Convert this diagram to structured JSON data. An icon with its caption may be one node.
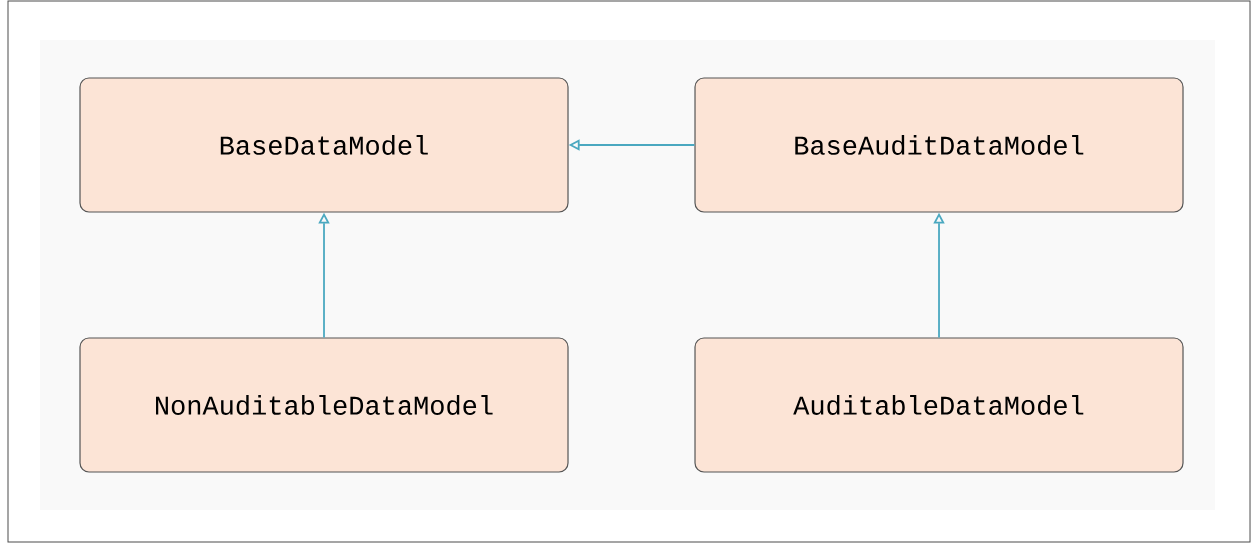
{
  "diagram": {
    "nodes": [
      {
        "text": [
          "BaseDataModel"
        ]
      },
      {
        "text": [
          "BaseAuditDataModel"
        ]
      },
      {
        "text": [
          "NonAuditableDataModel"
        ]
      },
      {
        "text": [
          "AuditableDataModel"
        ]
      }
    ],
    "edges": [
      {
        "from": 1,
        "to": 0,
        "arrow": "to"
      },
      {
        "from": 2,
        "to": 0,
        "arrow": "to"
      },
      {
        "from": 3,
        "to": 1,
        "arrow": "to"
      }
    ]
  }
}
